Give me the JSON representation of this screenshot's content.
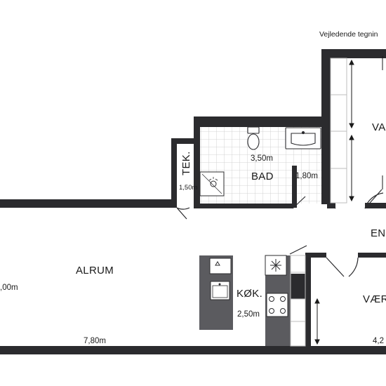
{
  "note": "Vejledende tegnin",
  "rooms": {
    "alrum": "ALRUM",
    "bad": "BAD",
    "kok": "KØK.",
    "tek": "TEK.",
    "va": "VA",
    "en": "EN",
    "vae": "VÆR"
  },
  "dimensions": {
    "alrum_width": "7,80m",
    "alrum_depth": ",00m",
    "bad_width": "3,50m",
    "bad_depth": "1,80m",
    "tek_width": "1,50m",
    "kok_width": "2,50m",
    "vae_width": "4,2"
  },
  "colors": {
    "wall": "#2b2b2e",
    "fixture_dark": "#5b5b5f",
    "tile": "#c9c9c9"
  },
  "icons": [
    "toilet-icon",
    "sink-icon",
    "shower-icon",
    "freezer-icon",
    "stove-icon",
    "kitchen-sink-icon",
    "appliance-icon"
  ]
}
